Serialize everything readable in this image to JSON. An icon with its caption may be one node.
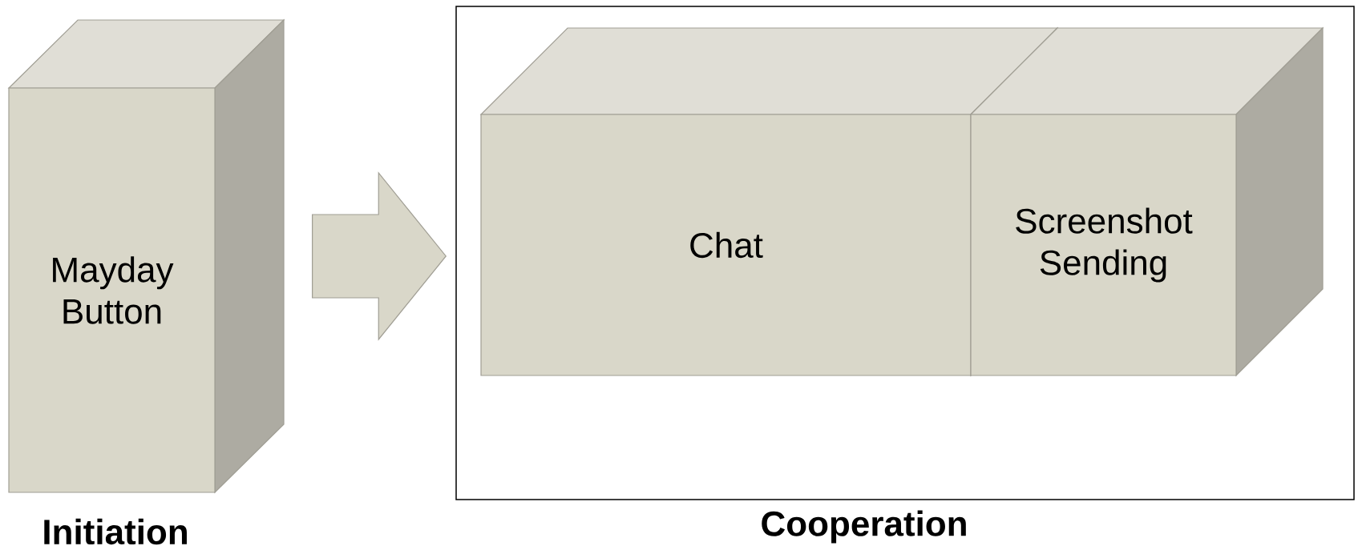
{
  "diagram": {
    "nodes": [
      {
        "text": [
          "Mayday Button"
        ],
        "beside": [
          "Initiation"
        ]
      },
      {
        "text": [
          "Cooperation"
        ]
      },
      {
        "text": [
          "Chat"
        ],
        "in": 1
      },
      {
        "text": [
          "Screenshot Sending"
        ],
        "in": 1
      }
    ],
    "edges": [
      {
        "from": 0,
        "to": 1,
        "arrow": "to"
      }
    ]
  }
}
